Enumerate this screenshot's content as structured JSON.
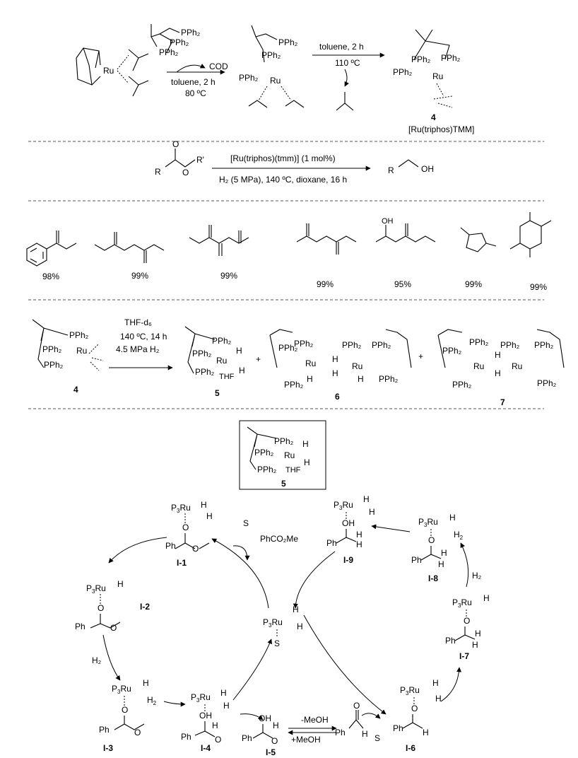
{
  "scheme1": {
    "reagent_top": "PPh₂",
    "reagent_mid": "PPh₂",
    "reagent_low": "PPh₂",
    "byproduct": "COD",
    "cond1_solvent": "toluene, 2 h",
    "cond1_temp": "80 ºC",
    "cond2_solvent": "toluene, 2 h",
    "cond2_temp": "110 ºC",
    "ru": "Ru",
    "product_number": "4",
    "product_name": "[Ru(triphos)TMM]"
  },
  "scheme2": {
    "ester_r": "R",
    "ester_o": "O",
    "ester_o2": "O",
    "ester_rp": "R'",
    "catalyst": "[Ru(triphos)(tmm)] (1 mol%)",
    "conditions": "H₂ (5 MPa), 140 ºC, dioxane, 16 h",
    "product_r": "R",
    "product_oh": "OH"
  },
  "yields": [
    "98%",
    "99%",
    "99%",
    "99%",
    "95%",
    "99%",
    "99%"
  ],
  "scheme3": {
    "solvent": "THF-d₆",
    "temp_time": "140 ºC, 14 h",
    "pressure": "4.5 MPa H₂",
    "start_label": "4",
    "labels": [
      "5",
      "6",
      "7"
    ],
    "plus": "+"
  },
  "box": {
    "label": "5",
    "thf": "THF"
  },
  "cycle": {
    "reagent": "PhCO₂Me",
    "s": "S",
    "h2": "H₂",
    "meoh_minus": "-MeOH",
    "meoh_plus": "+MeOH",
    "intermediates": [
      "I-1",
      "I-2",
      "I-3",
      "I-4",
      "I-5",
      "I-6",
      "I-7",
      "I-8",
      "I-9"
    ]
  }
}
